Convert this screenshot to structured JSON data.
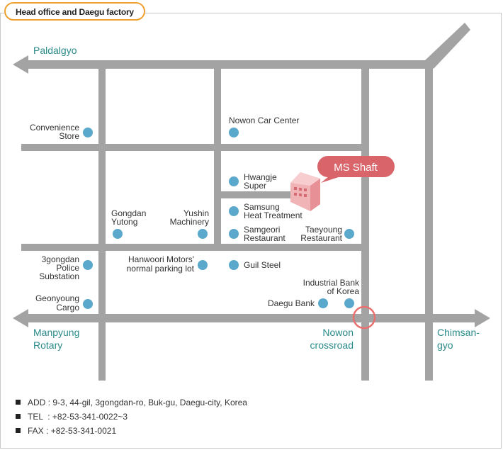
{
  "header": {
    "title": "Head office and Daegu factory"
  },
  "places": {
    "paldalgyo": "Paldalgyo",
    "manpyung": [
      "Manpyung",
      "Rotary"
    ],
    "nowon": [
      "Nowon",
      "crossroad"
    ],
    "chimsan": [
      "Chimsan-",
      "gyo"
    ]
  },
  "company": {
    "label": "MS Shaft"
  },
  "landmarks": {
    "convenience": [
      "Convenience",
      "Store"
    ],
    "nowon_car": [
      "Nowon Car Center"
    ],
    "hwangje": [
      "Hwangje",
      "Super"
    ],
    "samsung": [
      "Samsung",
      "Heat Treatment"
    ],
    "gongdan": [
      "Gongdan",
      "Yutong"
    ],
    "yushin": [
      "Yushin",
      "Machinery"
    ],
    "samgeori": [
      "Samgeori",
      "Restaurant"
    ],
    "taeyoung": [
      "Taeyoung",
      "Restaurant"
    ],
    "police": [
      "3gongdan",
      "Police",
      "Substation"
    ],
    "hanwoori": [
      "Hanwoori Motors'",
      "normal parking lot"
    ],
    "guil": [
      "Guil Steel"
    ],
    "ibk": [
      "Industrial Bank",
      "of Korea"
    ],
    "daegu_bank": [
      "Daegu Bank"
    ],
    "geonyoung": [
      "Geonyoung",
      "Cargo"
    ]
  },
  "colors": {
    "road": "#a3a3a3",
    "marker": "#5aa8cc",
    "place": "#2a8a8a",
    "callout": "#d9646a",
    "crossroad": "#e87070",
    "tab_border": "#f0a030"
  },
  "info": [
    {
      "key": "ADD",
      "sep": " : ",
      "value": "9-3, 44-gil, 3gongdan-ro, Buk-gu, Daegu-city, Korea"
    },
    {
      "key": "TEL",
      "sep": "  : ",
      "value": "+82-53-341-0022~3"
    },
    {
      "key": "FAX",
      "sep": " : ",
      "value": "+82-53-341-0021"
    }
  ]
}
